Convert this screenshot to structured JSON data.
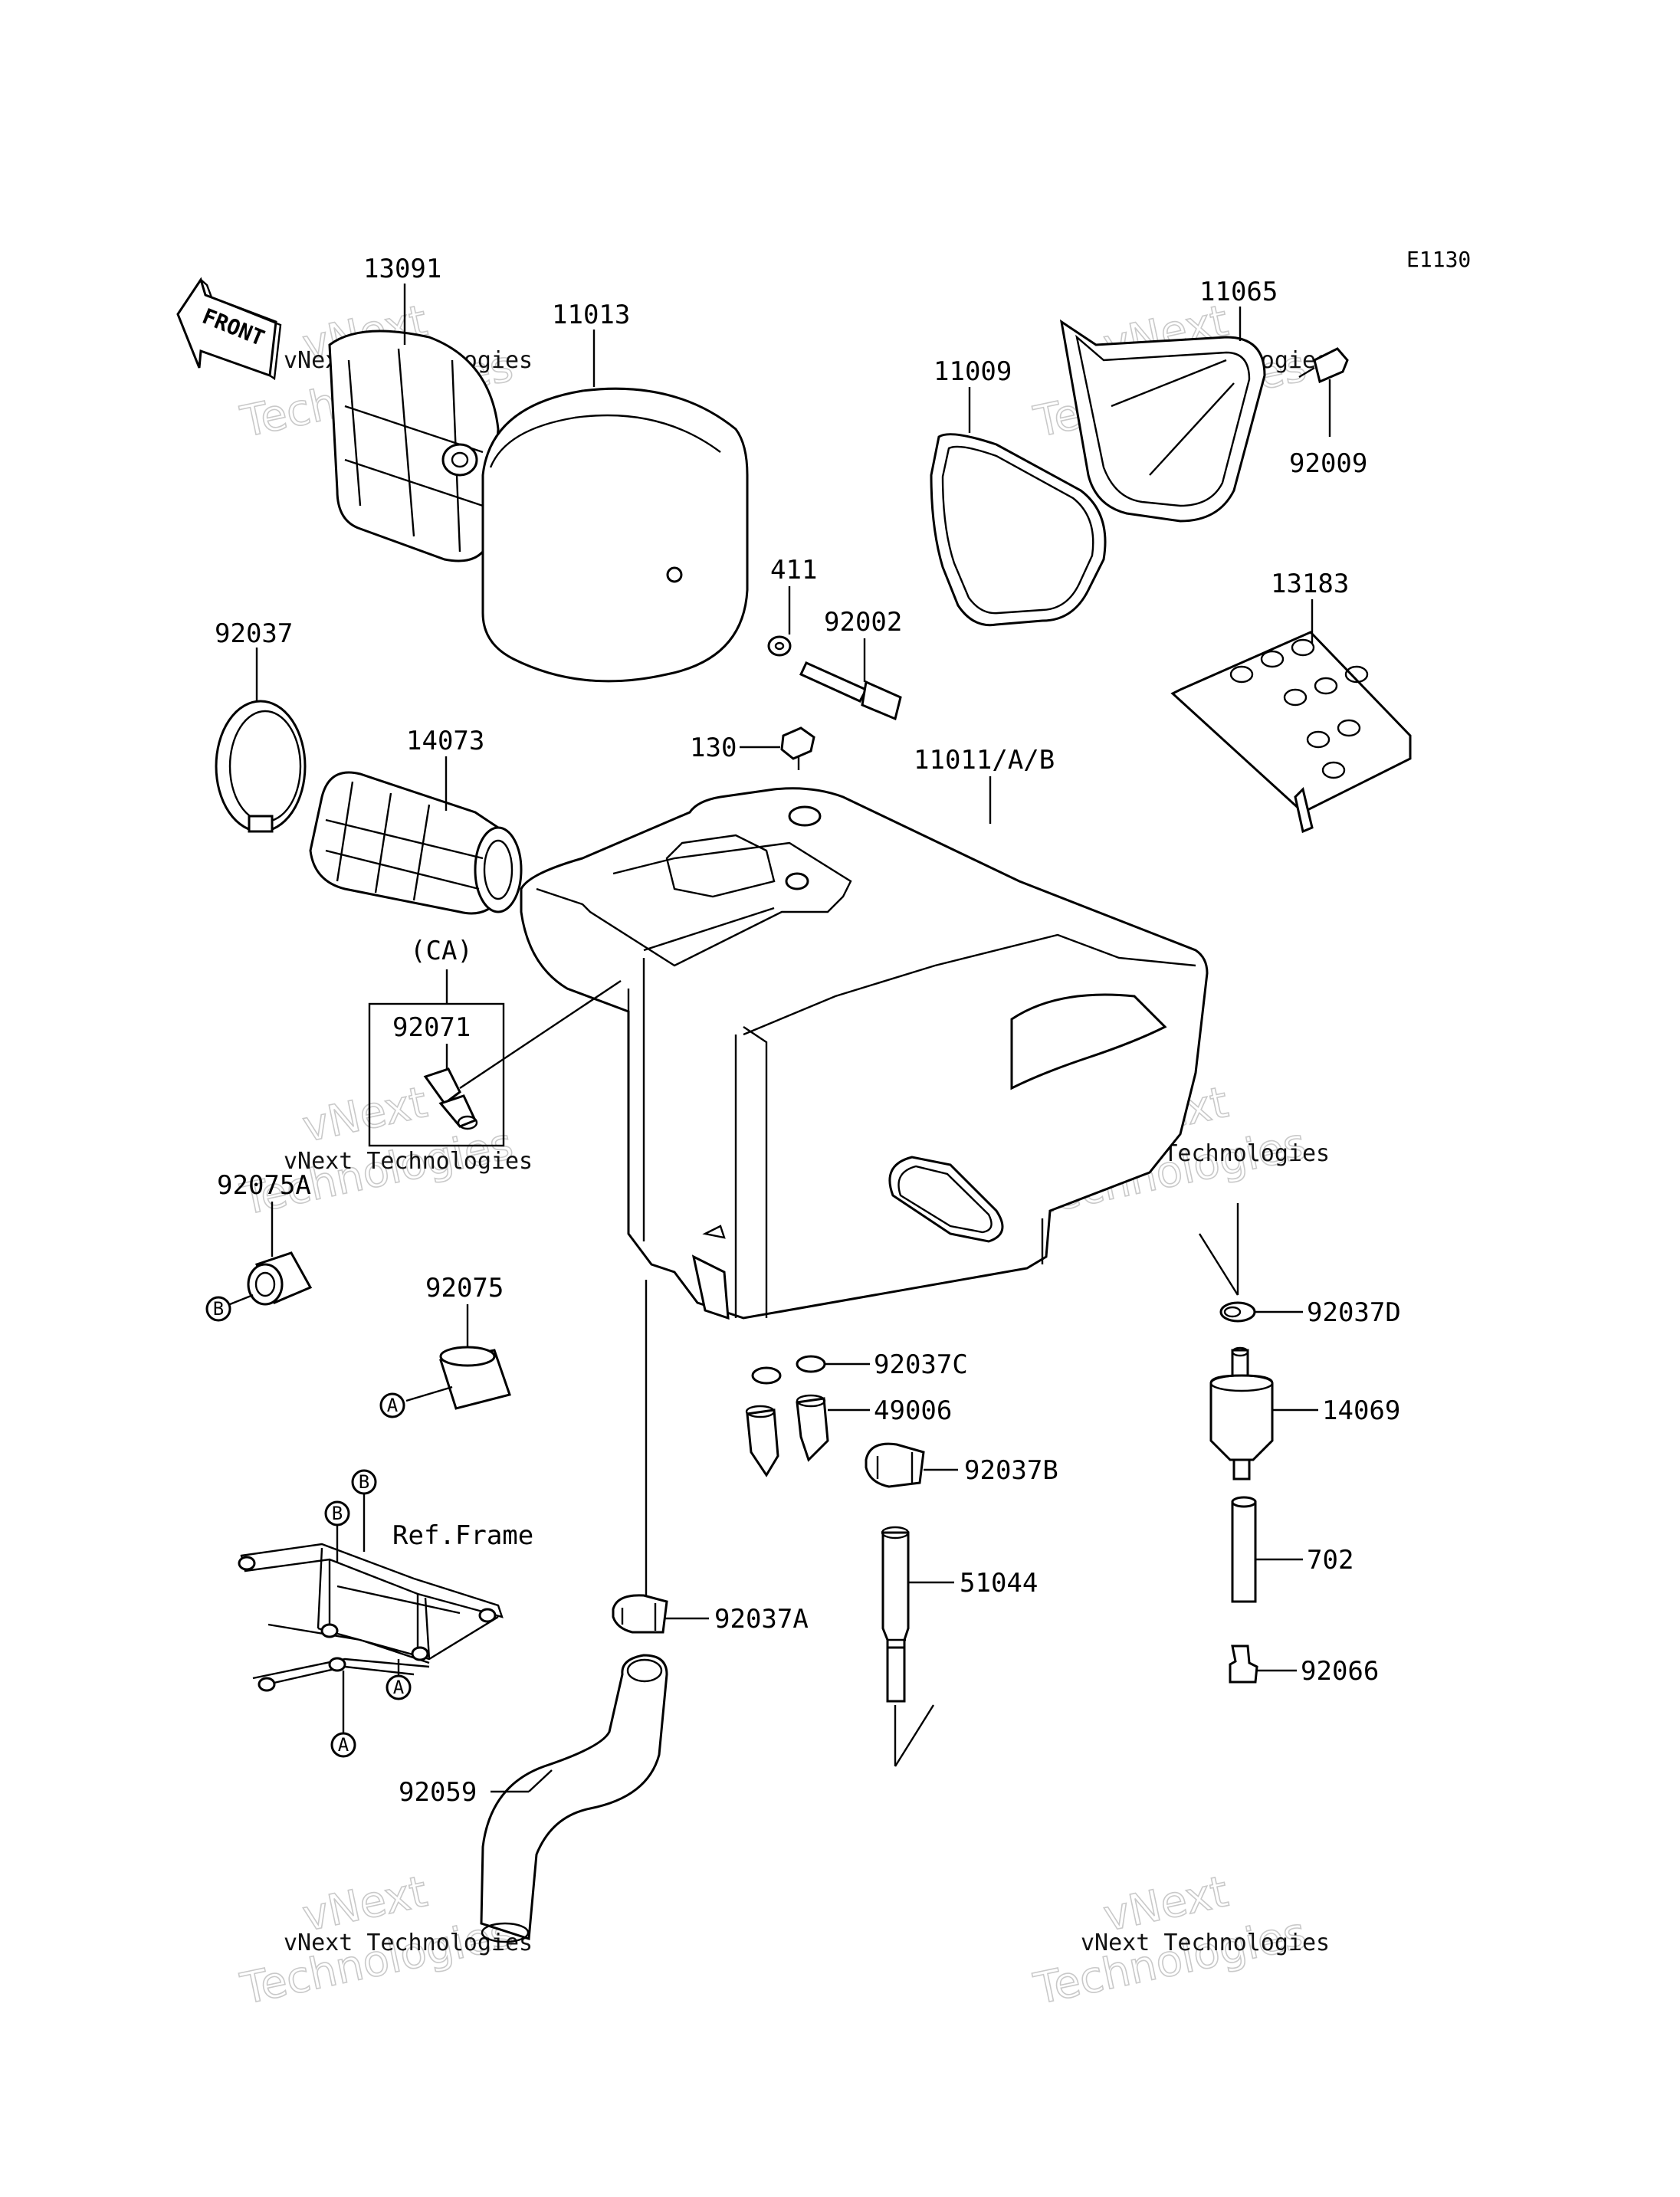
{
  "diagram_code": "E1130",
  "front_label": "FRONT",
  "ca_label": "(CA)",
  "ref_frame_label": "Ref.Frame",
  "watermark": {
    "line1": "vNext Technologies",
    "line2": "Technologies"
  },
  "markers": {
    "a": "A",
    "b": "B"
  },
  "parts": {
    "p13091": "13091",
    "p11013": "11013",
    "p11065": "11065",
    "p11009": "11009",
    "p92009": "92009",
    "p411": "411",
    "p92002": "92002",
    "p13183": "13183",
    "p92037": "92037",
    "p14073": "14073",
    "p130": "130",
    "p11011": "11011/A/B",
    "p92071": "92071",
    "p92075A": "92075A",
    "p92075": "92075",
    "p92037D": "92037D",
    "p92037C": "92037C",
    "p49006": "49006",
    "p14069": "14069",
    "p92037B": "92037B",
    "p702": "702",
    "p51044": "51044",
    "p92037A": "92037A",
    "p92066": "92066",
    "p92059": "92059"
  }
}
